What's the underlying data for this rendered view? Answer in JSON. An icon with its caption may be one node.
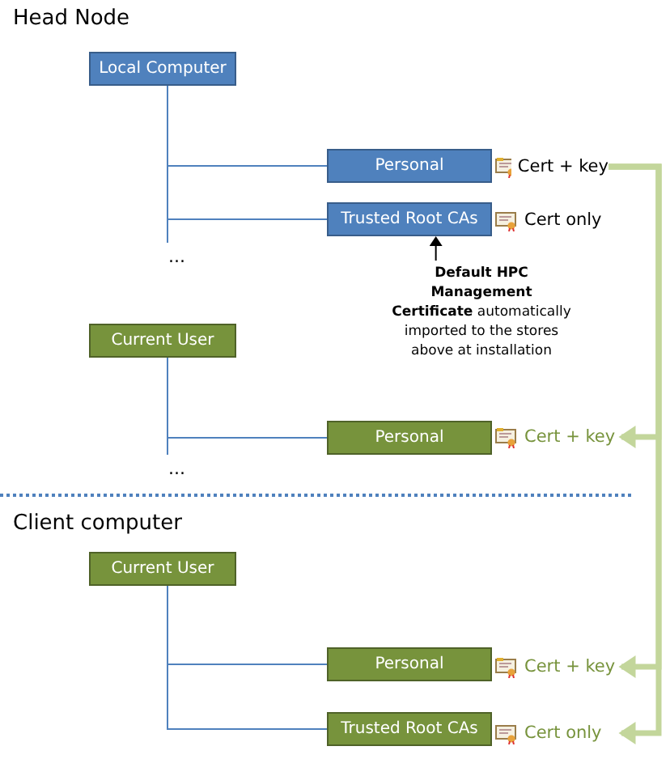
{
  "diagram": {
    "nodes": [
      {
        "text": [
          "Local Computer"
        ]
      },
      {
        "text": [
          "Personal"
        ]
      },
      {
        "text": [
          "Cert + key"
        ]
      },
      {
        "text": [
          "Trusted Root CAs"
        ]
      },
      {
        "text": [
          "Cert only"
        ]
      },
      {
        "text": [
          "Current User"
        ]
      },
      {
        "text": [
          "Personal"
        ]
      },
      {
        "text": [
          "Cert + key"
        ]
      },
      {
        "text": [
          "Current User"
        ]
      },
      {
        "text": [
          "Personal"
        ]
      },
      {
        "text": [
          "Cert + key"
        ]
      },
      {
        "text": [
          "Trusted Root CAs"
        ]
      },
      {
        "text": [
          "Cert only"
        ]
      },
      {
        "text": [
          "**Default HPC Management Certificate** automatically imported to the stores above at installation"
        ]
      }
    ],
    "edges": [
      {
        "from": 0,
        "to": 1,
        "arrow": "none",
        "color": "#4f81bd"
      },
      {
        "from": 0,
        "to": 3,
        "arrow": "none",
        "color": "#4f81bd"
      },
      {
        "from": 5,
        "to": 6,
        "arrow": "none",
        "color": "#4f81bd"
      },
      {
        "from": 8,
        "to": 9,
        "arrow": "none",
        "color": "#4f81bd"
      },
      {
        "from": 8,
        "to": 11,
        "arrow": "none",
        "color": "#4f81bd"
      },
      {
        "from": 2,
        "to": 7,
        "arrow": "to",
        "style": "thick",
        "color": "#c3d69b"
      },
      {
        "from": 2,
        "to": 10,
        "arrow": "to",
        "style": "thick",
        "color": "#c3d69b"
      },
      {
        "from": 2,
        "to": 12,
        "arrow": "to",
        "style": "thick",
        "color": "#c3d69b"
      },
      {
        "from": 13,
        "to": 3,
        "arrow": "to",
        "color": "#000000"
      }
    ],
    "labels": [
      "Head Node",
      "...",
      "...",
      "Client computer"
    ]
  }
}
